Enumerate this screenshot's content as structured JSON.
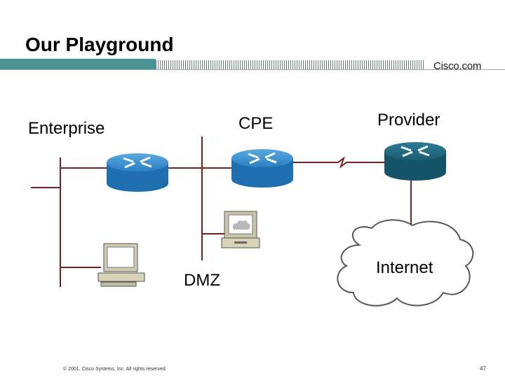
{
  "slide": {
    "title": "Our Playground",
    "logo_text": "Cisco.com",
    "footer": "© 2001, Cisco Systems, Inc. All rights reserved.",
    "page_number": "47"
  },
  "diagram": {
    "labels": {
      "enterprise": "Enterprise",
      "cpe": "CPE",
      "provider": "Provider",
      "dmz": "DMZ",
      "internet": "Internet"
    },
    "icons": [
      "router-icon",
      "router-icon",
      "router-icon",
      "workstation-icon",
      "server-icon",
      "cloud-icon"
    ]
  },
  "colors": {
    "title_bar": "#4a9496",
    "link_line": "#7a1f1f",
    "router_blue": "#2e86c8",
    "router_provider": "#1f6a80",
    "cloud_stroke": "#555555"
  }
}
